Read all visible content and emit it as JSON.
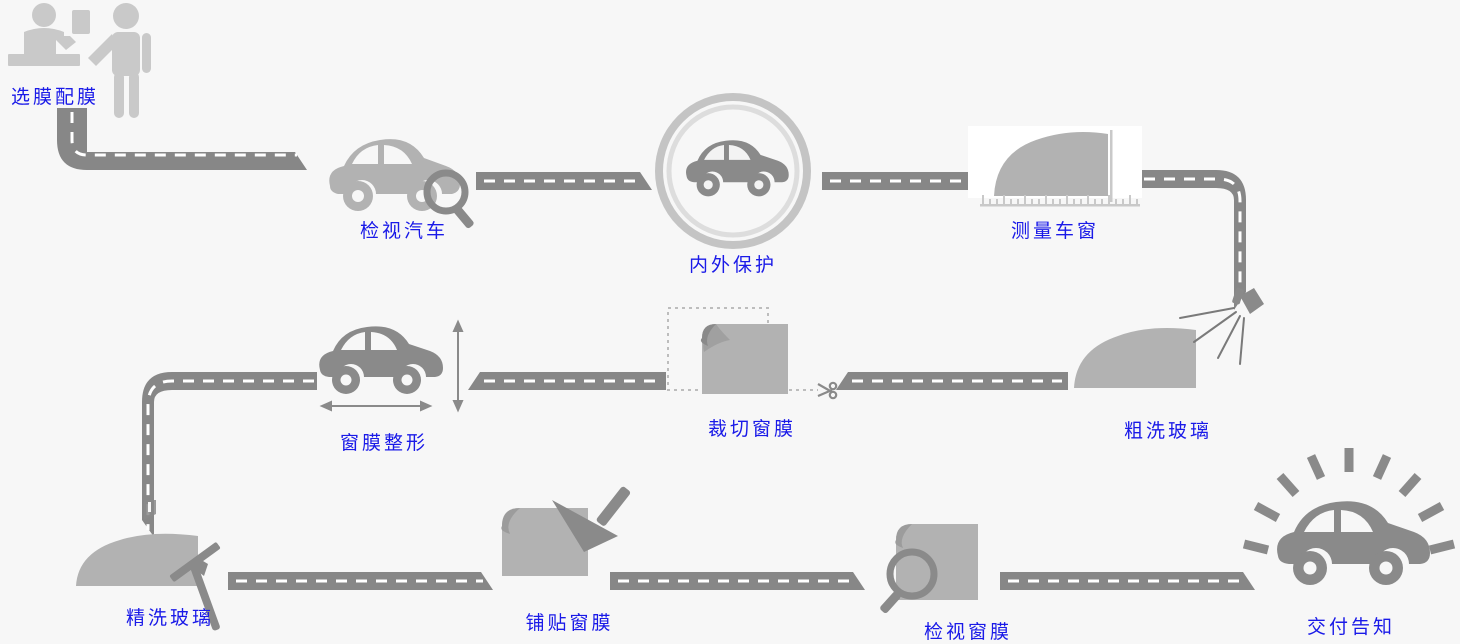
{
  "diagram": {
    "title_visible": false,
    "background_color": "#f7f7f7",
    "label_color": "#1a1ae8",
    "road_color": "#878787",
    "road_dash_color": "#ffffff",
    "icon_color_light": "#c9c9c9",
    "icon_color_mid": "#b2b2b2",
    "icon_color_dark": "#8a8a8a"
  },
  "steps": [
    {
      "id": "select-film",
      "index": 1,
      "label": "选膜配膜",
      "icon": "two-people-at-counter-icon",
      "row": 1
    },
    {
      "id": "inspect-car",
      "index": 2,
      "label": "检视汽车",
      "icon": "car-with-magnifier-icon",
      "row": 1
    },
    {
      "id": "protect-interior",
      "index": 3,
      "label": "内外保护",
      "icon": "car-in-circle-icon",
      "row": 1
    },
    {
      "id": "measure-window",
      "index": 4,
      "label": "测量车窗",
      "icon": "window-with-ruler-icon",
      "row": 1
    },
    {
      "id": "rough-wash-glass",
      "index": 5,
      "label": "粗洗玻璃",
      "icon": "window-with-sprayer-icon",
      "row": 2
    },
    {
      "id": "cut-film",
      "index": 6,
      "label": "裁切窗膜",
      "icon": "film-with-scissors-icon",
      "row": 2
    },
    {
      "id": "shape-film",
      "index": 7,
      "label": "窗膜整形",
      "icon": "car-with-dimensions-icon",
      "row": 2
    },
    {
      "id": "fine-wash-glass",
      "index": 8,
      "label": "精洗玻璃",
      "icon": "window-with-squeegee-icon",
      "row": 3
    },
    {
      "id": "apply-film",
      "index": 9,
      "label": "铺贴窗膜",
      "icon": "film-with-squeegee-icon",
      "row": 3
    },
    {
      "id": "inspect-film",
      "index": 10,
      "label": "检视窗膜",
      "icon": "film-with-magnifier-icon",
      "row": 3
    },
    {
      "id": "delivery-notice",
      "index": 11,
      "label": "交付告知",
      "icon": "shining-car-icon",
      "row": 3
    }
  ],
  "connectors": [
    {
      "id": "c1",
      "type": "road-corner-down-right",
      "from": "select-film",
      "to": "inspect-car"
    },
    {
      "id": "c2",
      "type": "road-straight-right",
      "from": "inspect-car",
      "to": "protect-interior"
    },
    {
      "id": "c3",
      "type": "road-straight-right",
      "from": "protect-interior",
      "to": "measure-window"
    },
    {
      "id": "c4",
      "type": "road-corner-right-down",
      "from": "measure-window",
      "to": "rough-wash-glass"
    },
    {
      "id": "c5",
      "type": "road-straight-left",
      "from": "rough-wash-glass",
      "to": "cut-film"
    },
    {
      "id": "c6",
      "type": "road-straight-left",
      "from": "cut-film",
      "to": "shape-film"
    },
    {
      "id": "c7",
      "type": "road-corner-left-down",
      "from": "shape-film",
      "to": "fine-wash-glass"
    },
    {
      "id": "c8",
      "type": "road-straight-right",
      "from": "fine-wash-glass",
      "to": "apply-film"
    },
    {
      "id": "c9",
      "type": "road-straight-right",
      "from": "apply-film",
      "to": "inspect-film"
    },
    {
      "id": "c10",
      "type": "road-straight-right",
      "from": "inspect-film",
      "to": "delivery-notice"
    }
  ]
}
